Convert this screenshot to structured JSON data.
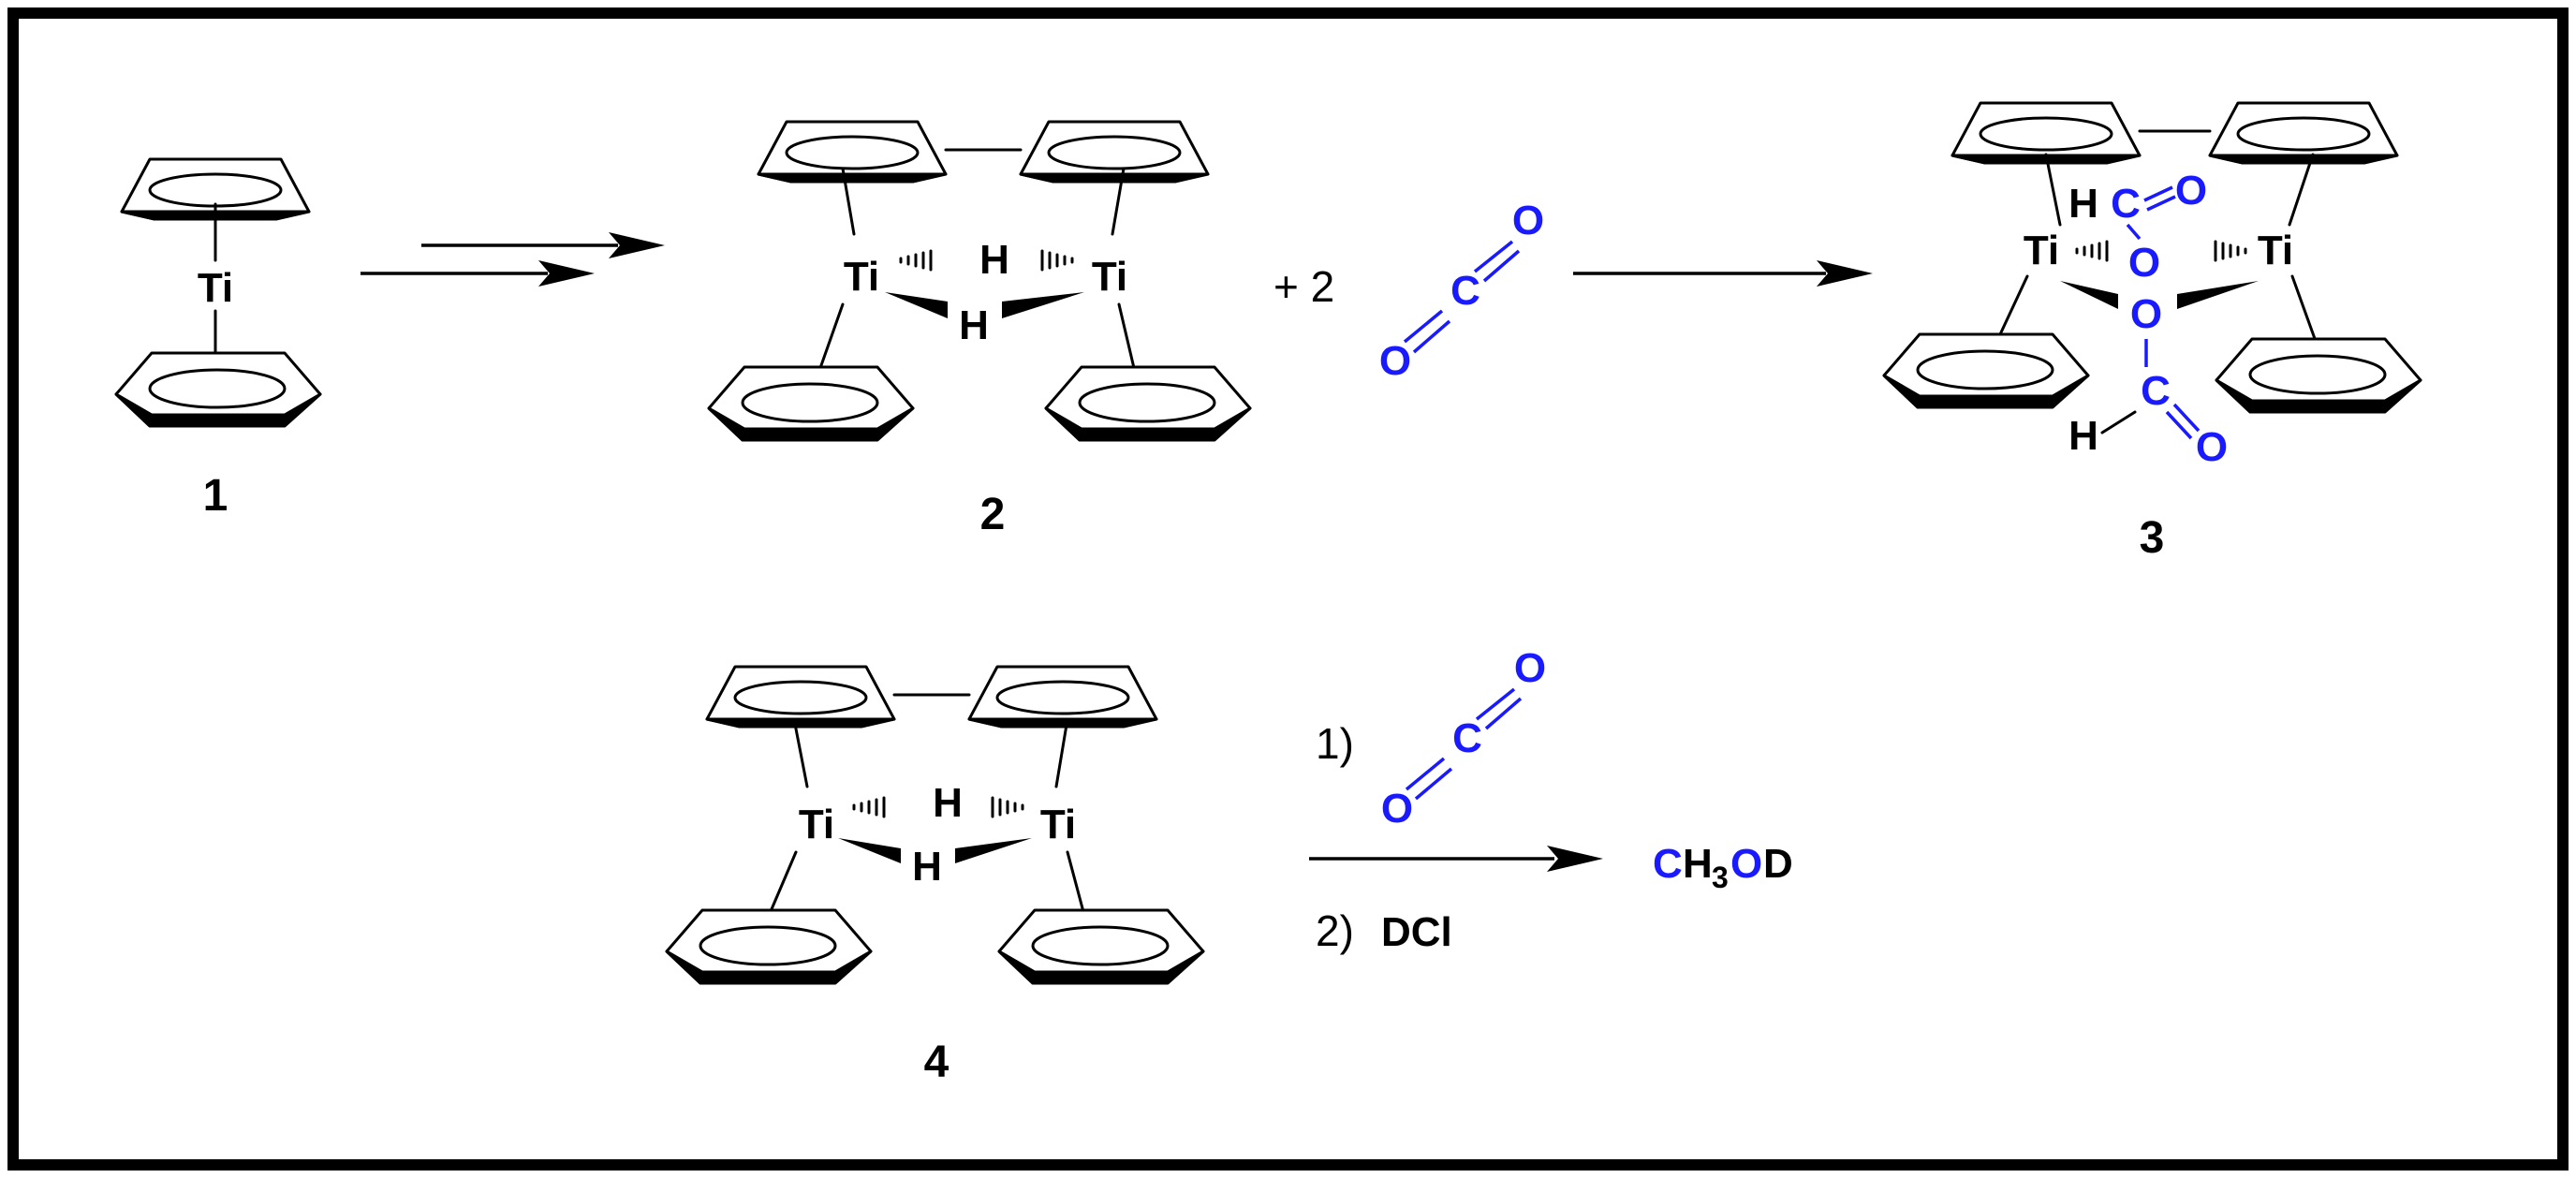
{
  "compounds": {
    "c1": "1",
    "c2": "2",
    "c3": "3",
    "c4": "4"
  },
  "atoms": {
    "ti": "Ti",
    "h": "H",
    "o": "O",
    "c": "C"
  },
  "reagents": {
    "plus_two": "+ 2",
    "step1": "1)",
    "step2": "2)",
    "dcl": "DCl",
    "product_c": "C",
    "product_h": "H",
    "product_sub": "3",
    "product_o": "O",
    "product_d": "D"
  },
  "colors": {
    "reagent_blue": "#1a1aff",
    "frame": "#000000"
  }
}
